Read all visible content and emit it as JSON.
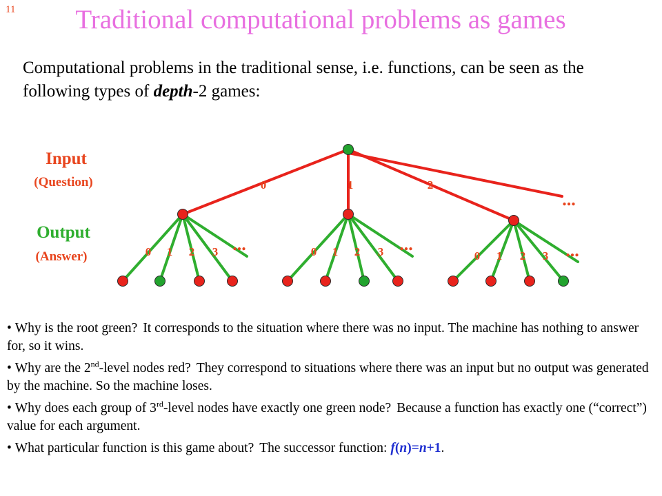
{
  "slide_number": "11",
  "title": "Traditional computational problems as games",
  "intro": {
    "text_before": "Computational problems in the traditional sense, i.e. functions, can be seen as the following types of ",
    "emphasis": "depth",
    "text_after": "-2 games:"
  },
  "diagram": {
    "input_label": "Input",
    "input_sublabel": "(Question)",
    "output_label": "Output",
    "output_sublabel": "(Answer)",
    "level1_edge_labels": [
      "0",
      "1",
      "2"
    ],
    "level1_ellipsis": "...",
    "level2_edge_labels": [
      "0",
      "1",
      "2",
      "3"
    ],
    "level2_ellipsis": "...",
    "root_status": "win",
    "level1_status": [
      "lose",
      "lose",
      "lose"
    ],
    "level2_status": [
      [
        "lose",
        "win",
        "lose",
        "lose"
      ],
      [
        "lose",
        "lose",
        "win",
        "lose"
      ],
      [
        "lose",
        "lose",
        "lose",
        "win"
      ]
    ],
    "colors": {
      "win": "#22a32e",
      "lose": "#e8231c",
      "level1_edge": "#e8231c",
      "level2_edge": "#2fae2f",
      "label": "#e8451e"
    }
  },
  "bullets": [
    {
      "q": "Why is the root green?",
      "q_sup": "",
      "q_after": "",
      "a": "It corresponds to the situation where there was no input. The machine has nothing to answer for, so it wins."
    },
    {
      "q": "Why are the 2",
      "q_sup": "nd",
      "q_after": "-level nodes red?",
      "a": "They correspond to situations where there was an input but no output was generated by the machine. So the machine loses."
    },
    {
      "q": "Why does each group of 3",
      "q_sup": "rd",
      "q_after": "-level nodes have exactly one green node?",
      "a": "Because a function has exactly one (“correct”) value for each argument."
    }
  ],
  "last_bullet": {
    "q": "What particular function is this game about?",
    "a_before": "The successor function: ",
    "fn_f": "f",
    "fn_open": "(",
    "fn_n": "n",
    "fn_close": ")=",
    "fn_n2": "n",
    "fn_plus": "+1",
    "a_after": "."
  }
}
